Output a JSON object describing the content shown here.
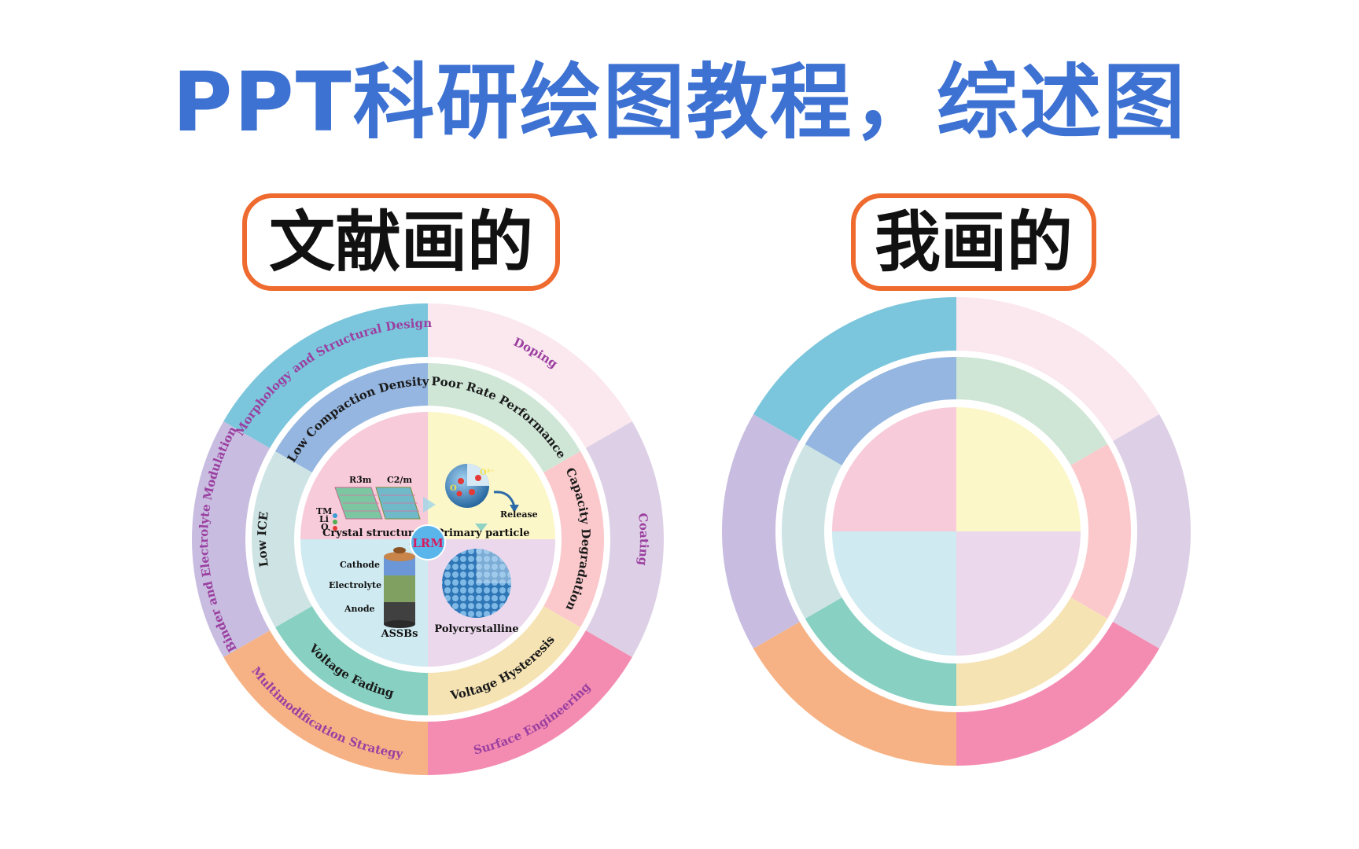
{
  "title": "PPT科研绘图教程，综述图",
  "label_left": "文献画的",
  "label_right": "我画的",
  "palette": {
    "title_blue": "#3d72d3",
    "label_border": "#ee6a2e",
    "outer": [
      "#fbe7ee",
      "#ddd0e6",
      "#f48cb1",
      "#f6b285",
      "#c8bde0",
      "#7bc6dc"
    ],
    "middle": [
      "#cfe6d6",
      "#fbc9cc",
      "#f6e3b4",
      "#88d1c2",
      "#cde3e4",
      "#95b6e0"
    ],
    "inner": [
      "#fcf7c9",
      "#ebd8ec",
      "#cfeaf1",
      "#f7cbd9"
    ]
  },
  "left_wheel": {
    "outer_labels": [
      "Doping",
      "Coating",
      "Surface Engineering",
      "Multimodification Strategy",
      "Binder and Electrolyte Modulation",
      "Morphology and Structural Design"
    ],
    "middle_labels": [
      "Poor Rate Performance",
      "Capacity Degradation",
      "Voltage Hysteresis",
      "Voltage Fading",
      "Low ICE",
      "Low Compaction Density"
    ],
    "center_label": "LRM",
    "quadrants": {
      "crystal": {
        "label": "Crystal structure",
        "r3m": "R3̄m",
        "c2m": "C2/m",
        "tm": "TM",
        "li": "Li",
        "o": "O"
      },
      "particle": {
        "label": "Primary particle",
        "release": "Release",
        "o2": "O²⁻",
        "o": "O"
      },
      "poly": {
        "label": "Polycrystalline"
      },
      "assb": {
        "label": "ASSBs",
        "cathode": "Cathode",
        "electrolyte": "Electrolyte",
        "anode": "Anode"
      }
    }
  }
}
